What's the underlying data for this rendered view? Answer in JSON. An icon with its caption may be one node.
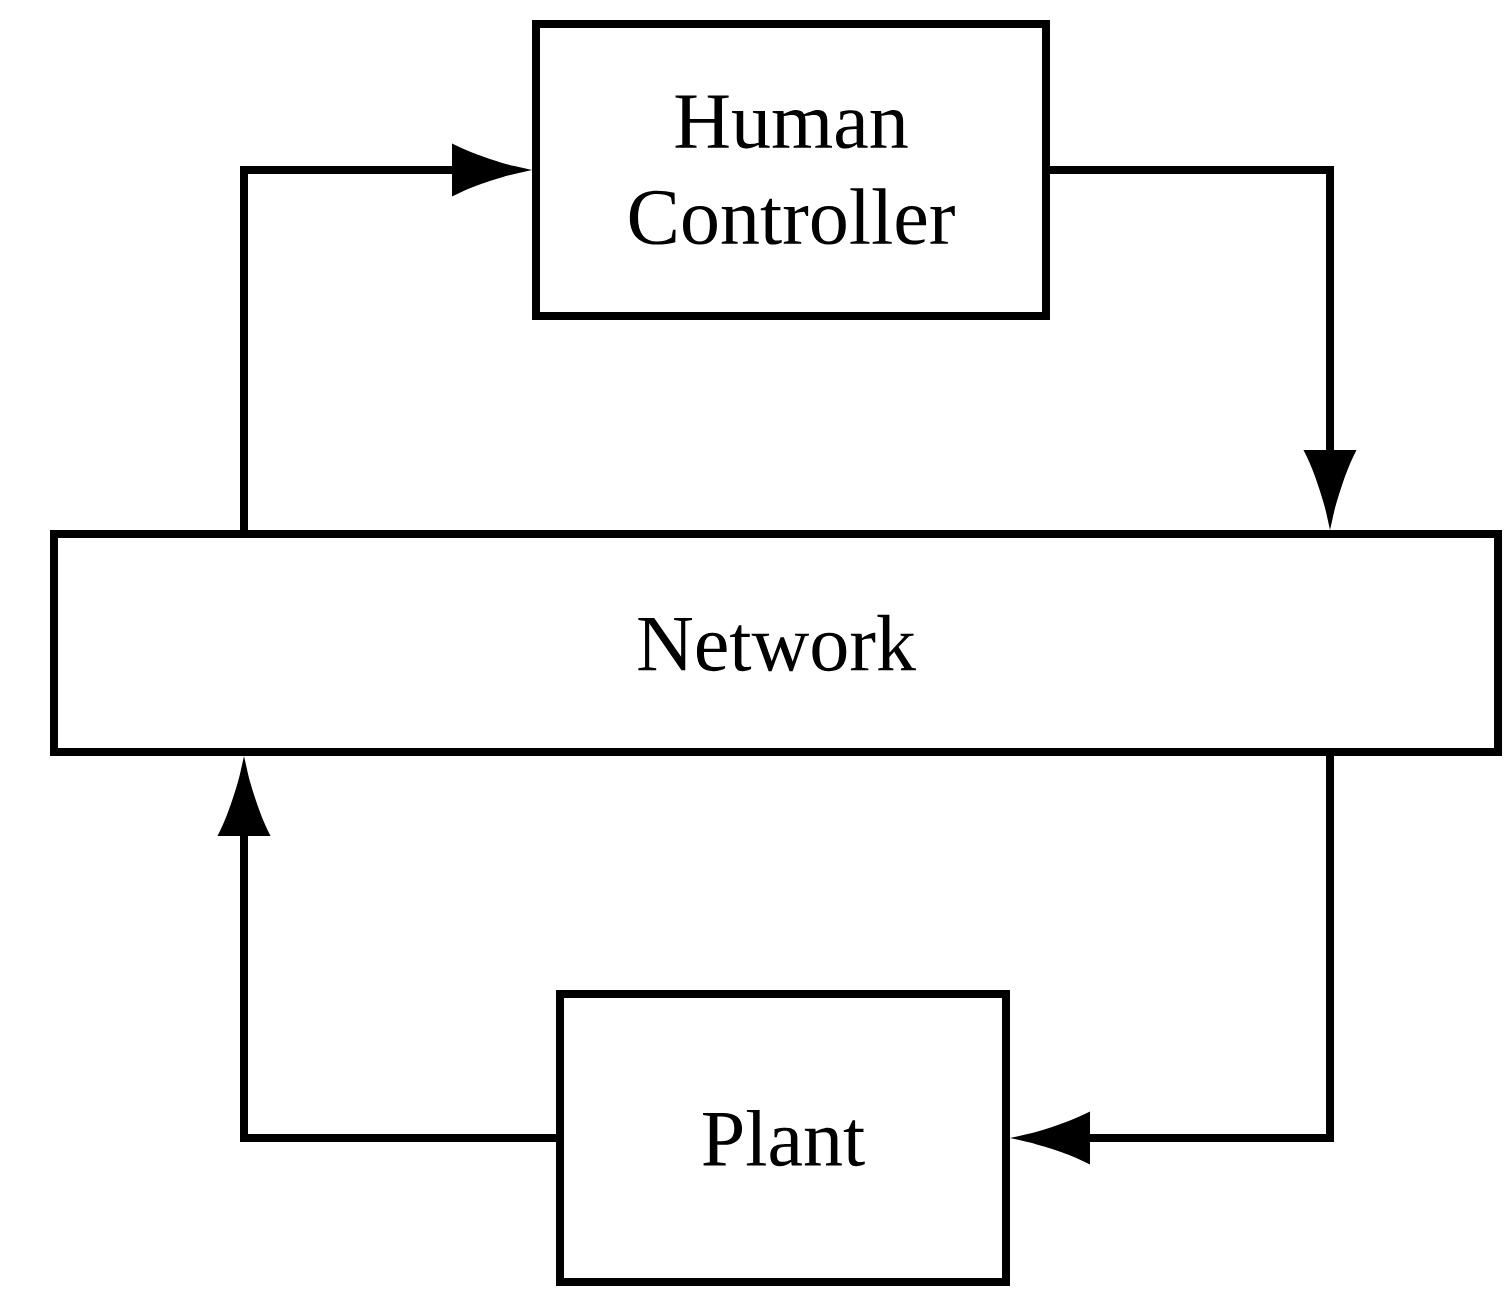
{
  "diagram": {
    "nodes": [
      {
        "text": [
          "Human Controller"
        ]
      },
      {
        "text": [
          "Network"
        ]
      },
      {
        "text": [
          "Plant"
        ]
      }
    ],
    "edges": [
      {
        "from": 1,
        "to": 0,
        "arrow": "to"
      },
      {
        "from": 0,
        "to": 1,
        "arrow": "to"
      },
      {
        "from": 1,
        "to": 2,
        "arrow": "to"
      },
      {
        "from": 2,
        "to": 1,
        "arrow": "to"
      }
    ]
  }
}
